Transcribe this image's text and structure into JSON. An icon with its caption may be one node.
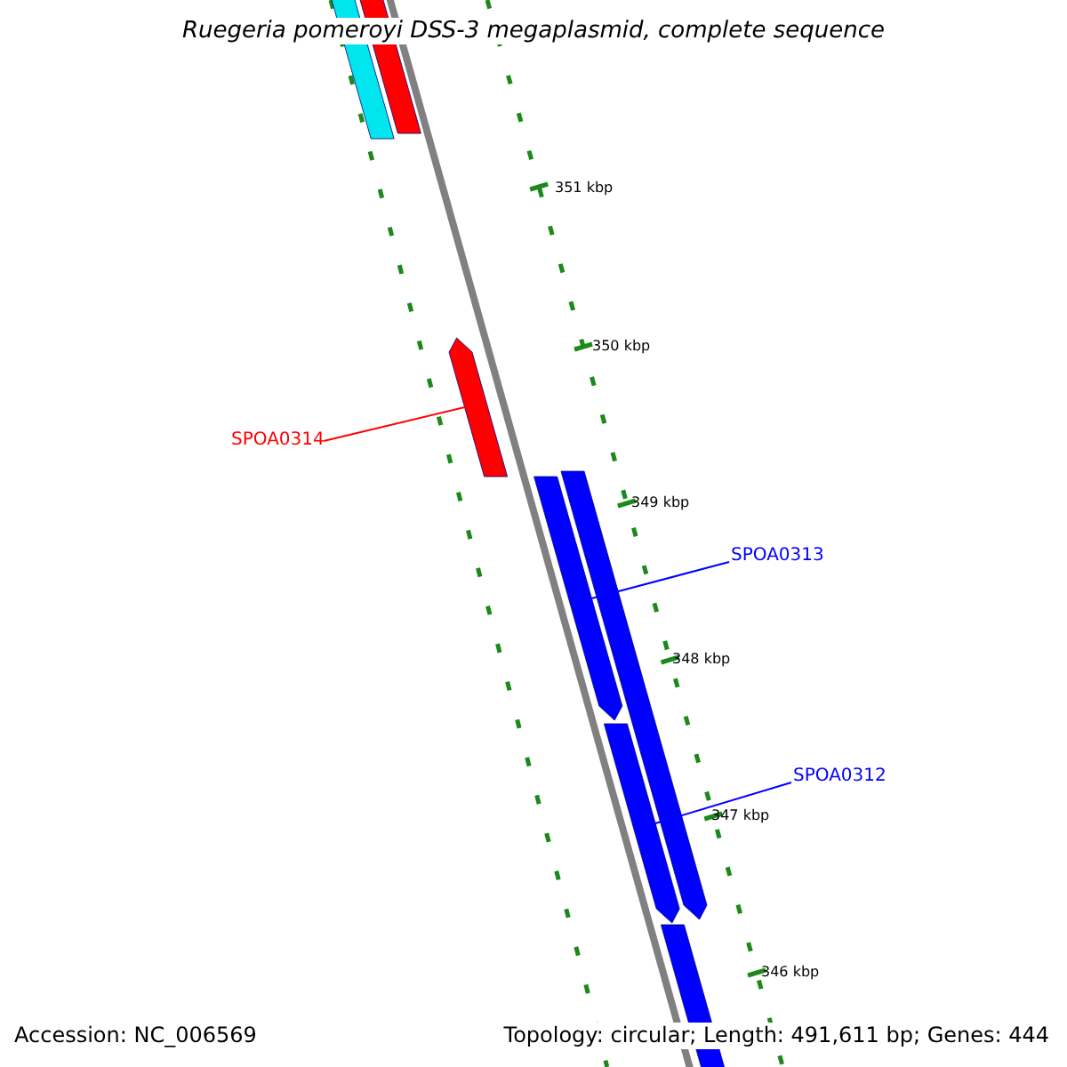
{
  "diagram": {
    "title": "Ruegeria pomeroyi DSS-3 megaplasmid, complete sequence",
    "nodes": [
      {
        "text": [],
        "shape": "bar"
      },
      {
        "text": [],
        "shape": "bar"
      },
      {
        "text": [
          "SPOA0314"
        ]
      },
      {
        "text": [],
        "shape": "bar"
      },
      {
        "text": [
          "SPOA0313"
        ]
      },
      {
        "text": [],
        "shape": "bar"
      },
      {
        "text": [],
        "shape": "bar"
      },
      {
        "text": [
          "SPOA0312"
        ]
      },
      {
        "text": [],
        "shape": "bar"
      },
      {
        "text": [],
        "shape": "bar"
      }
    ],
    "edges": [
      {
        "from": 2,
        "to": 3,
        "arrow": "none",
        "color": "#ff0000"
      },
      {
        "from": 4,
        "to": 5,
        "arrow": "none"
      },
      {
        "from": 7,
        "to": 8,
        "arrow": "none"
      }
    ],
    "labels": [
      "351 kbp",
      "350 kbp",
      "349 kbp",
      "348 kbp",
      "347 kbp",
      "346 kbp",
      "Accession: NC_006569",
      "Topology: circular; Length: 491,611 bp; Genes: 444"
    ]
  }
}
